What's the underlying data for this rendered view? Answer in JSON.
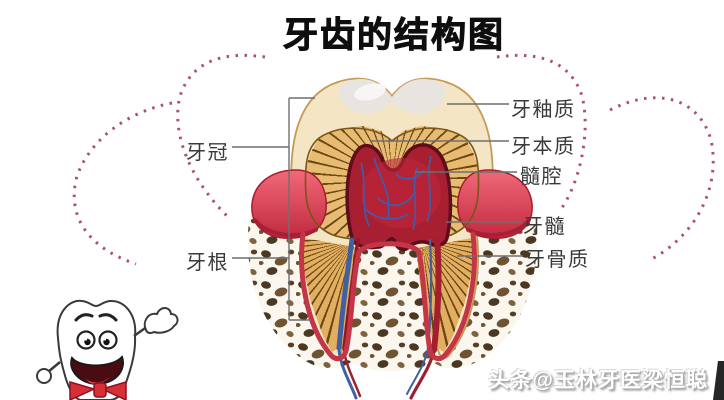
{
  "title": "牙齿的结构图",
  "labels": {
    "crown": "牙冠",
    "root": "牙根",
    "enamel": "牙釉质",
    "dentin": "牙本质",
    "pulp_cavity": "髓腔",
    "pulp": "牙髓",
    "cementum": "牙骨质"
  },
  "watermark": "头条@玉林牙医梁恒聪",
  "colors": {
    "dotted_accent": "#ad5464",
    "pulp_red": "#a81f31",
    "gum_red": "#e04455",
    "dentin_tan": "#e5b368",
    "enamel_cream": "#f4e6c4",
    "bone_spot_brown": "#4a3822",
    "cementum_red": "#c43546",
    "vein_blue": "#41609f",
    "bowtie_red": "#d62f38"
  }
}
